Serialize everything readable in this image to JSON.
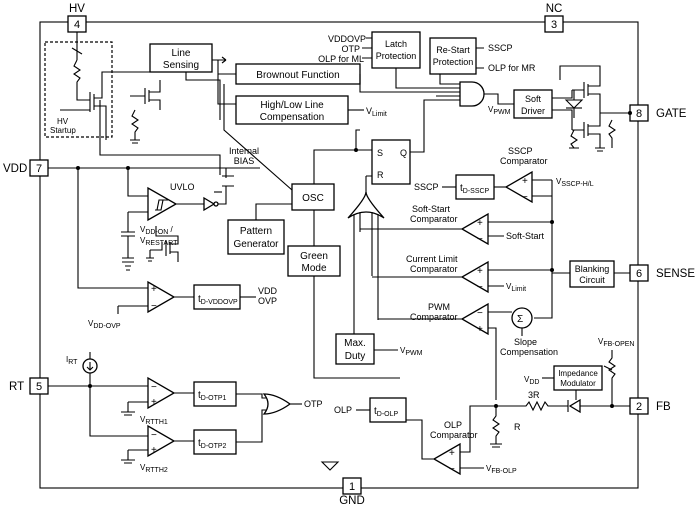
{
  "pins": {
    "hv": {
      "number": "4",
      "label": "HV"
    },
    "nc": {
      "number": "3",
      "label": "NC"
    },
    "vdd": {
      "number": "7",
      "label": "VDD"
    },
    "gate": {
      "number": "8",
      "label": "GATE"
    },
    "sense": {
      "number": "6",
      "label": "SENSE"
    },
    "rt": {
      "number": "5",
      "label": "RT"
    },
    "fb": {
      "number": "2",
      "label": "FB"
    },
    "gnd": {
      "number": "1",
      "label": "GND"
    }
  },
  "blocks": {
    "hv_startup": [
      "HV",
      "Startup"
    ],
    "line_sensing": [
      "Line",
      "Sensing"
    ],
    "brownout": "Brownout Function",
    "high_low": [
      "High/Low Line",
      "Compensation"
    ],
    "latch": [
      "Latch",
      "Protection"
    ],
    "restart": [
      "Re-Start",
      "Protection"
    ],
    "soft_driver": [
      "Soft",
      "Driver"
    ],
    "osc": "OSC",
    "pattern": [
      "Pattern",
      "Generator"
    ],
    "green": [
      "Green",
      "Mode"
    ],
    "maxduty": [
      "Max.",
      "Duty"
    ],
    "blanking": [
      "Blanking",
      "Circuit"
    ],
    "impedance": [
      "Impedance",
      "Modulator"
    ],
    "uvlo": "UVLO",
    "sr_s": "S",
    "sr_r": "R",
    "sr_q": "Q"
  },
  "delays": {
    "sscp": {
      "main": "t",
      "sub": "D-SSCP"
    },
    "vddovp": {
      "main": "t",
      "sub": "D-VDDOVP"
    },
    "otp1": {
      "main": "t",
      "sub": "D-OTP1"
    },
    "otp2": {
      "main": "t",
      "sub": "D-OTP2"
    },
    "olp": {
      "main": "t",
      "sub": "D-OLP"
    }
  },
  "labels": {
    "latch_in1": "VDDOVP",
    "latch_in2": "OTP",
    "latch_in3": "OLP for ML",
    "restart_in1": "SSCP",
    "restart_in2": "OLP for MR",
    "internal_bias": [
      "Internal",
      "BIAS"
    ],
    "vlimit_hl": {
      "main": "V",
      "sub": "Limit"
    },
    "vpwm_gate": {
      "main": "V",
      "sub": "PWM"
    },
    "sscp_comp": [
      "SSCP",
      "Comparator"
    ],
    "vsscp": {
      "main": "V",
      "sub": "SSCP-H/L"
    },
    "sscp_out": "SSCP",
    "softstart_comp": [
      "Soft-Start",
      "Comparator"
    ],
    "softstart": "Soft-Start",
    "current_comp": [
      "Current Limit",
      "Comparator"
    ],
    "vlimit_cl": {
      "main": "V",
      "sub": "Limit"
    },
    "pwm_comp": [
      "PWM",
      "Comparator"
    ],
    "slope": [
      "Slope",
      "Compensation"
    ],
    "vpwm_duty": {
      "main": "V",
      "sub": "PWM"
    },
    "vdd_on": {
      "main": "V",
      "sub": "DD-ON",
      "tail": " /"
    },
    "vrestart": {
      "main": "V",
      "sub": "RESTART"
    },
    "vdd_ovp_ref": {
      "main": "V",
      "sub": "DD-OVP"
    },
    "vdd_ovp_out": [
      "VDD",
      "OVP"
    ],
    "irt": {
      "main": "I",
      "sub": "RT"
    },
    "vrtth1": {
      "main": "V",
      "sub": "RTTH1"
    },
    "vrtth2": {
      "main": "V",
      "sub": "RTTH2"
    },
    "otp_out": "OTP",
    "olp_out": "OLP",
    "olp_comp": [
      "OLP",
      "Comparator"
    ],
    "vfbolp": {
      "main": "V",
      "sub": "FB-OLP"
    },
    "vfbopen": {
      "main": "V",
      "sub": "FB-OPEN"
    },
    "vdd_imp": {
      "main": "V",
      "sub": "DD"
    },
    "r3": "3R",
    "r1": "R",
    "sigma": "Σ",
    "plus": "+",
    "minus": "−"
  },
  "colors": {
    "ink": "#000000",
    "paper": "#ffffff"
  }
}
